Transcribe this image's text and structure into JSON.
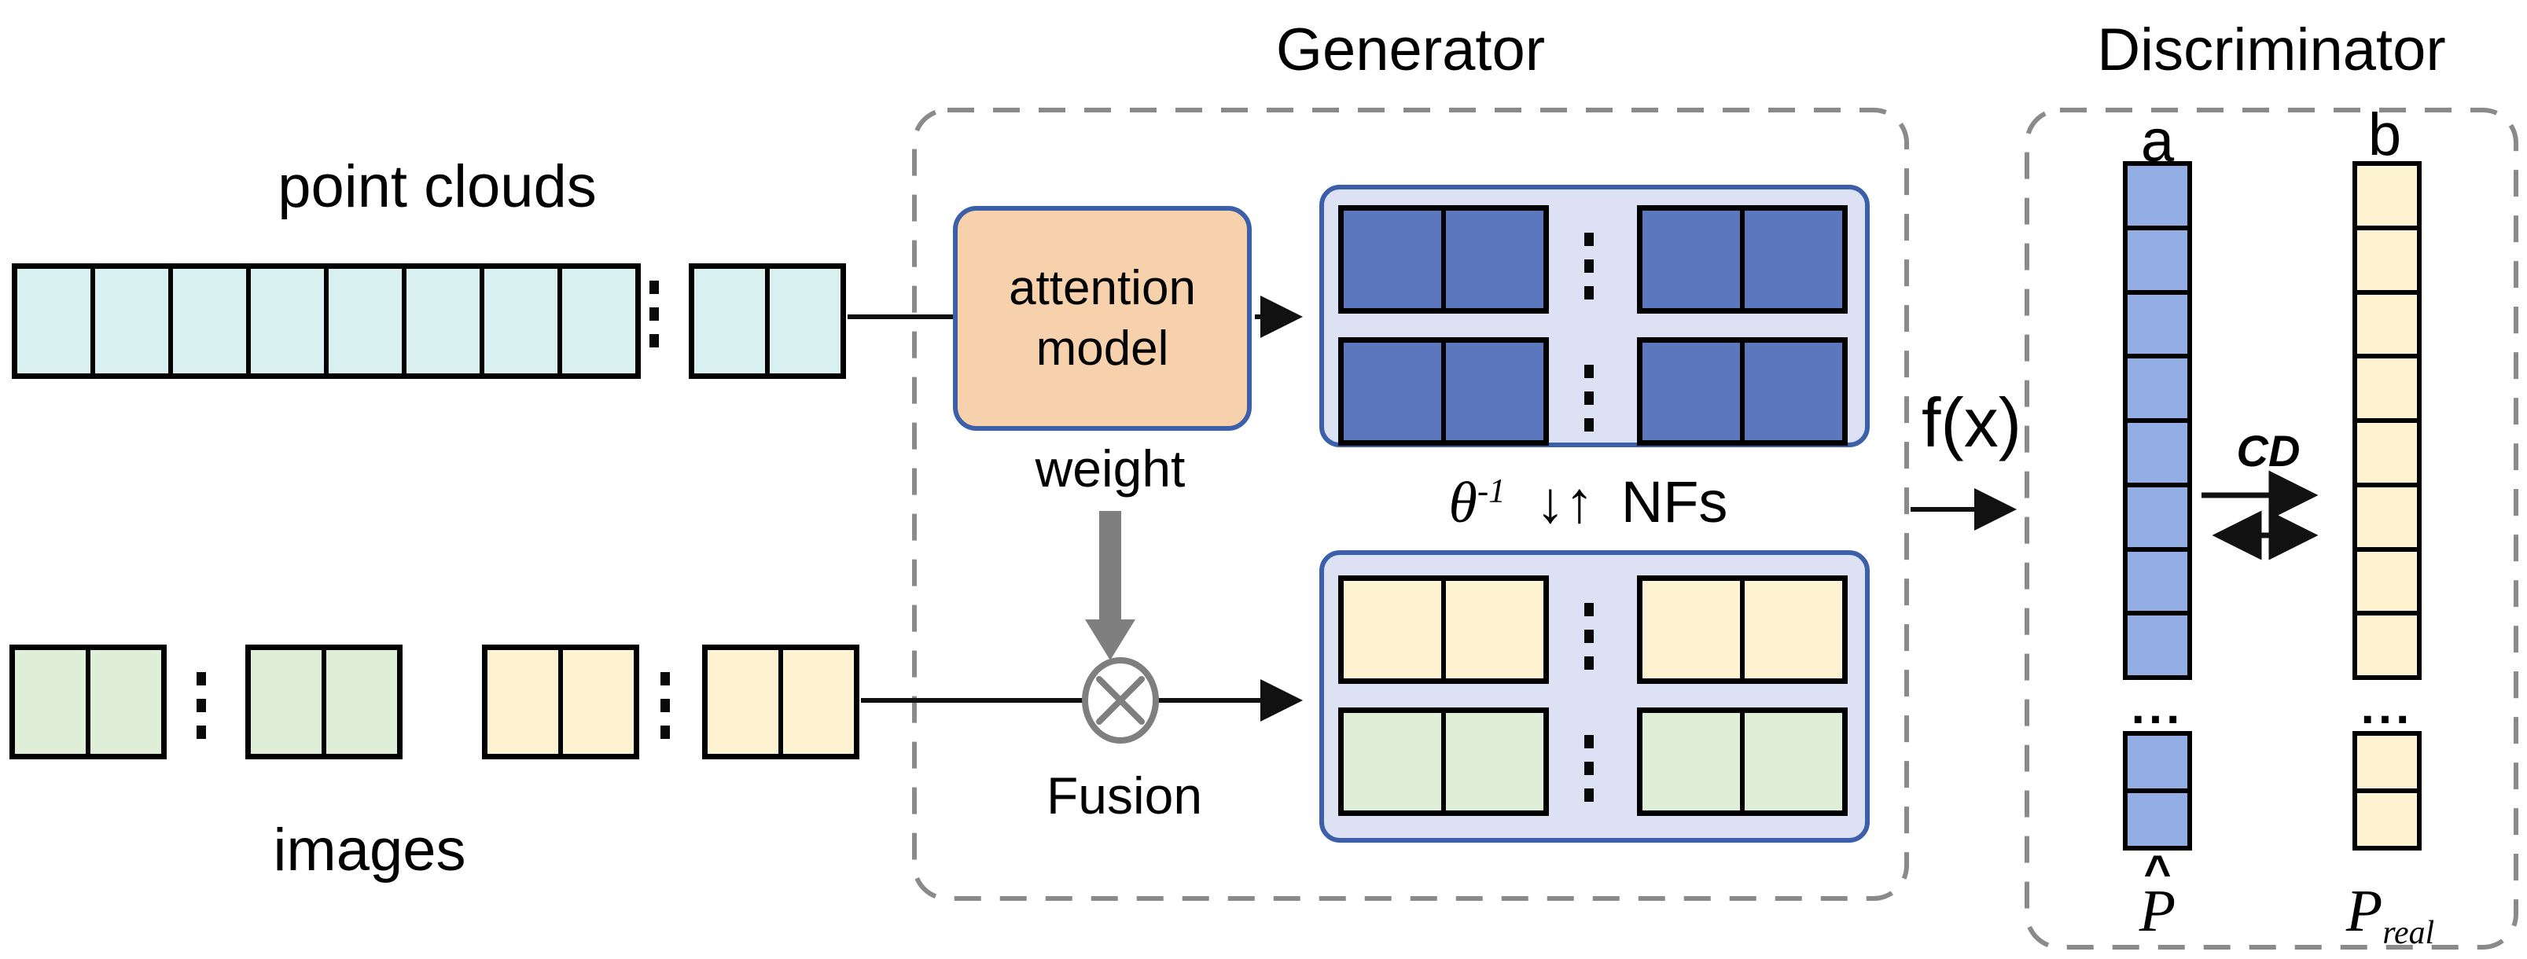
{
  "colors": {
    "cyan_cell": "#d8f0ef",
    "green_cell": "#dfeed7",
    "yellow_cell": "#fdf3d0",
    "blue_block": "#5b77be",
    "nf_container_bg": "#dce2f4",
    "nf_container_border": "#3b5fa9",
    "attention_fill": "#f7d1ab",
    "attention_border": "#3b5fa9",
    "column_a_cell": "#93aee5",
    "column_b_cell": "#fdf3d0",
    "dashed_border": "#8a8a8a",
    "gray_arrow": "#7f7f7f",
    "line_black": "#111111"
  },
  "inputs": {
    "point_clouds_label": "point clouds",
    "images_label": "images",
    "point_cloud_long_block_cells": 8,
    "point_cloud_small_block_cells": 2,
    "image_blocks": [
      {
        "color": "green",
        "cells": 2
      },
      {
        "color": "green",
        "cells": 2
      },
      {
        "color": "yellow",
        "cells": 2
      },
      {
        "color": "yellow",
        "cells": 2
      }
    ]
  },
  "generator": {
    "title": "Generator",
    "attention_line1": "attention",
    "attention_line2": "model",
    "weight_label": "weight",
    "fusion_label": "Fusion",
    "nf_top": {
      "cells_per_block": 2,
      "block_color": "blue"
    },
    "nf_bottom": {
      "cells_per_block": 2,
      "top_row_color": "yellow",
      "bottom_row_color": "green"
    },
    "flow_label": {
      "theta": "θ",
      "sup": "-1",
      "arrows": "↓↑",
      "nfs": "NFs"
    },
    "output_label": "f(x)"
  },
  "discriminator": {
    "title": "Discriminator",
    "col_a_label": "a",
    "col_b_label": "b",
    "col_a_cells": 8,
    "col_a_tail_cells": 2,
    "col_b_cells": 8,
    "col_b_tail_cells": 2,
    "ellipsis": "...",
    "cd_label": "CD",
    "p_hat": {
      "hat": "^",
      "base": "P"
    },
    "p_real": {
      "base": "P",
      "sub": "real"
    }
  }
}
